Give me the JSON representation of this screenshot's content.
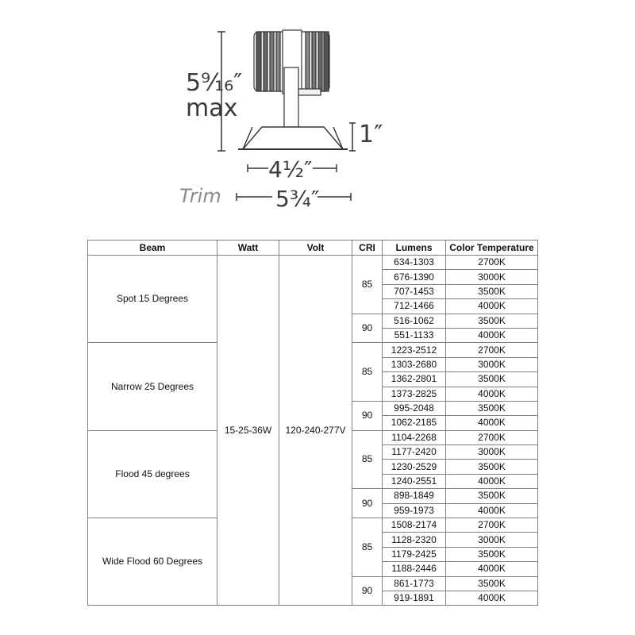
{
  "drawing": {
    "height_value": "5⁹⁄₁₆″",
    "height_note": "max",
    "trim_height": "1″",
    "bezel_width": "4½″",
    "trim_label": "Trim",
    "trim_width": "5¾″"
  },
  "table": {
    "headers": [
      "Beam",
      "Watt",
      "Volt",
      "CRI",
      "Lumens",
      "Color Temperature"
    ],
    "watt": "15-25-36W",
    "volt": "120-240-277V",
    "groups": [
      {
        "beam": "Spot 15 Degrees",
        "rows": [
          {
            "cri": "85",
            "lumens": "634-1303",
            "ct": "2700K"
          },
          {
            "cri": "85",
            "lumens": "676-1390",
            "ct": "3000K"
          },
          {
            "cri": "85",
            "lumens": "707-1453",
            "ct": "3500K"
          },
          {
            "cri": "85",
            "lumens": "712-1466",
            "ct": "4000K"
          },
          {
            "cri": "90",
            "lumens": "516-1062",
            "ct": "3500K"
          },
          {
            "cri": "90",
            "lumens": "551-1133",
            "ct": "4000K"
          }
        ]
      },
      {
        "beam": "Narrow 25 Degrees",
        "rows": [
          {
            "cri": "85",
            "lumens": "1223-2512",
            "ct": "2700K"
          },
          {
            "cri": "85",
            "lumens": "1303-2680",
            "ct": "3000K"
          },
          {
            "cri": "85",
            "lumens": "1362-2801",
            "ct": "3500K"
          },
          {
            "cri": "85",
            "lumens": "1373-2825",
            "ct": "4000K"
          },
          {
            "cri": "90",
            "lumens": "995-2048",
            "ct": "3500K"
          },
          {
            "cri": "90",
            "lumens": "1062-2185",
            "ct": "4000K"
          }
        ]
      },
      {
        "beam": "Flood 45 degrees",
        "rows": [
          {
            "cri": "85",
            "lumens": "1104-2268",
            "ct": "2700K"
          },
          {
            "cri": "85",
            "lumens": "1177-2420",
            "ct": "3000K"
          },
          {
            "cri": "85",
            "lumens": "1230-2529",
            "ct": "3500K"
          },
          {
            "cri": "85",
            "lumens": "1240-2551",
            "ct": "4000K"
          },
          {
            "cri": "90",
            "lumens": "898-1849",
            "ct": "3500K"
          },
          {
            "cri": "90",
            "lumens": "959-1973",
            "ct": "4000K"
          }
        ]
      },
      {
        "beam": "Wide Flood 60 Degrees",
        "rows": [
          {
            "cri": "85",
            "lumens": "1508-2174",
            "ct": "2700K"
          },
          {
            "cri": "85",
            "lumens": "1128-2320",
            "ct": "3000K"
          },
          {
            "cri": "85",
            "lumens": "1179-2425",
            "ct": "3500K"
          },
          {
            "cri": "85",
            "lumens": "1188-2446",
            "ct": "4000K"
          },
          {
            "cri": "90",
            "lumens": "861-1773",
            "ct": "3500K"
          },
          {
            "cri": "90",
            "lumens": "919-1891",
            "ct": "4000K"
          }
        ]
      }
    ]
  }
}
